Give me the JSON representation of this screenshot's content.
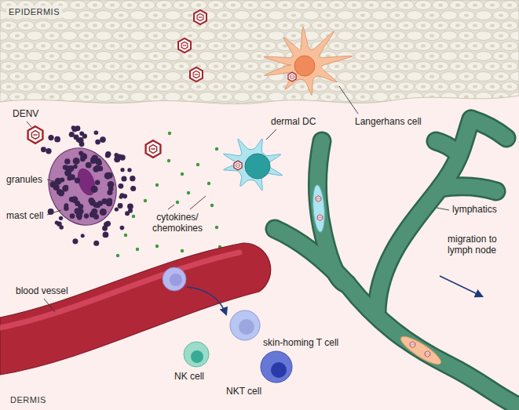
{
  "diagram": {
    "labels": [
      "EPIDERMIS",
      "Langerhans cell",
      "DENV",
      "granules",
      "mast cell",
      "dermal DC",
      "cytokines/ chemokines",
      "lymphatics",
      "migration to lymph node",
      "blood vessel",
      "skin-homing T cell",
      "NK cell",
      "NKT cell",
      "DERMIS"
    ]
  }
}
